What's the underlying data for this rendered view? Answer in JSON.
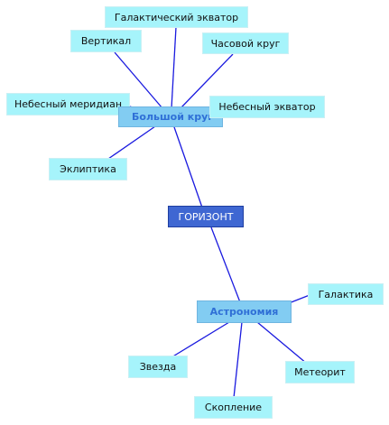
{
  "root": {
    "label": "ГОРИЗОНТ"
  },
  "hubs": [
    {
      "label": "Большой круг"
    },
    {
      "label": "Астрономия"
    }
  ],
  "leaves_big_circle": [
    {
      "label": "Галактический экватор"
    },
    {
      "label": "Вертикал"
    },
    {
      "label": "Часовой круг"
    },
    {
      "label": "Небесный меридиан"
    },
    {
      "label": "Небесный экватор"
    },
    {
      "label": "Эклиптика"
    }
  ],
  "leaves_astronomy": [
    {
      "label": "Галактика"
    },
    {
      "label": "Звезда"
    },
    {
      "label": "Метеорит"
    },
    {
      "label": "Скопление"
    }
  ],
  "colors": {
    "edge": "#1a1adf",
    "leaf_fill": "#a6f4fb",
    "hub_fill": "#82ccf2",
    "hub_text": "#2f6fd6",
    "root_fill": "#3f67d2",
    "root_text": "#ffffff"
  }
}
